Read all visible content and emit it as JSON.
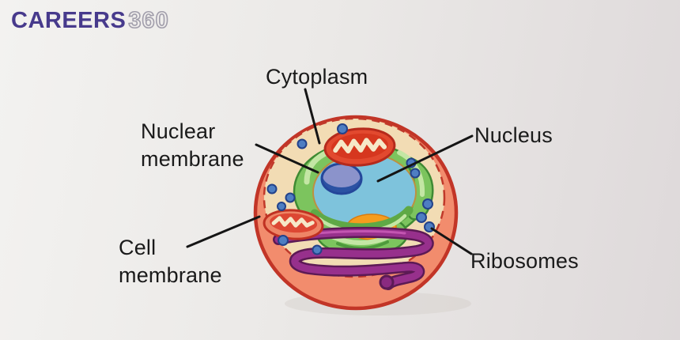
{
  "brand": {
    "name": "CAREERS",
    "suffix": "360",
    "brand_color": "#473a8c",
    "suffix_outline_color": "#a19eab"
  },
  "diagram": {
    "type": "labeled-illustration",
    "subject": "Animal cell structure",
    "labels": {
      "cytoplasm": "Cytoplasm",
      "nuclear_membrane": "Nuclear membrane",
      "nucleus": "Nucleus",
      "cell_membrane": "Cell membrane",
      "ribosomes": "Ribosomes"
    },
    "colors": {
      "cell_membrane_fill": "#f28c6d",
      "cell_membrane_outline": "#c23527",
      "cytoplasm_fill": "#f2dcb4",
      "nuclear_envelope_green": "#7cc45e",
      "nuclear_envelope_highlight": "#c3e6a4",
      "nucleus_fill": "#7ec3dc",
      "nucleolus_fill": "#8b93cb",
      "nucleolus_dark": "#2b52a3",
      "golgi_orange": "#f59d1e",
      "mitochondria_red": "#e2492f",
      "mitochondria_salmon": "#ee8566",
      "er_purple": "#97308c",
      "ribosome_blue": "#4e7ec2",
      "label_text": "#1a1a1a",
      "leader_line": "#151515"
    }
  }
}
